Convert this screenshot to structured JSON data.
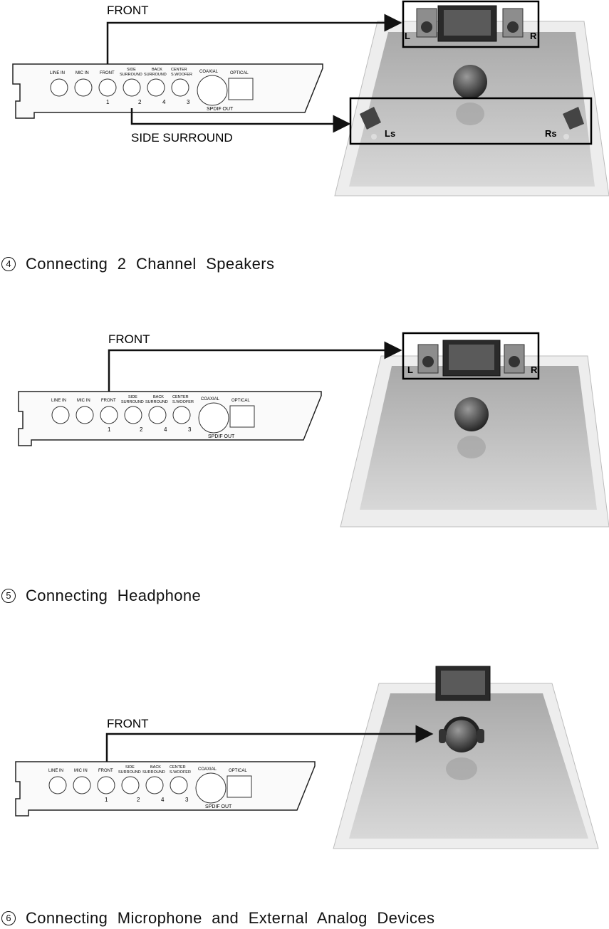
{
  "port_labels": {
    "line_in": "LINE IN",
    "mic_in": "MIC IN",
    "front": "FRONT",
    "side_1": "SIDE",
    "side_2": "SURROUND",
    "back_1": "BACK",
    "back_2": "SURROUND",
    "center_1": "CENTER",
    "center_2": "S.WOOFER",
    "coaxial": "COAXIAL",
    "optical": "OPTICAL",
    "spdif": "SPDIF OUT",
    "ch1": "1",
    "ch2": "2",
    "ch3": "3",
    "ch4": "4"
  },
  "figures": {
    "fig1": {
      "front_arrow_label": "FRONT",
      "side_arrow_label": "SIDE SURROUND",
      "speaker_left": "L",
      "speaker_right": "R",
      "surround_left": "Ls",
      "surround_right": "Rs"
    },
    "fig2": {
      "front_arrow_label": "FRONT",
      "speaker_left": "L",
      "speaker_right": "R"
    },
    "fig3": {
      "front_arrow_label": "FRONT"
    }
  },
  "captions": [
    {
      "number": "4",
      "text": "Connecting 2 Channel Speakers"
    },
    {
      "number": "5",
      "text": "Connecting Headphone"
    },
    {
      "number": "6",
      "text": "Connecting Microphone and External Analog Devices"
    }
  ]
}
